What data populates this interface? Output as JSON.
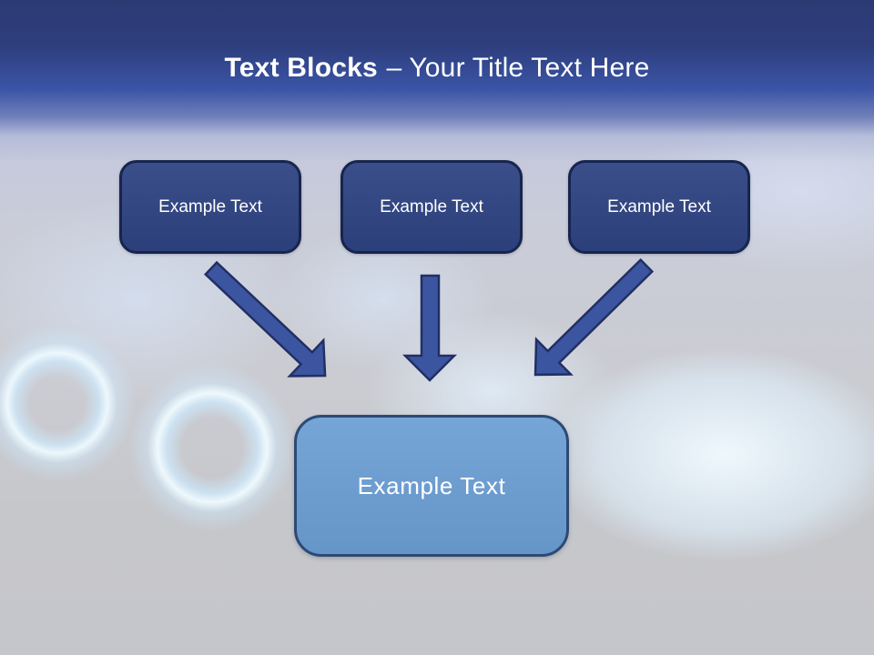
{
  "title": {
    "emphasis": "Text Blocks",
    "rest": "– Your Title Text Here"
  },
  "boxes": {
    "top": [
      {
        "label": "Example Text"
      },
      {
        "label": "Example Text"
      },
      {
        "label": "Example Text"
      }
    ],
    "center": {
      "label": "Example Text"
    }
  },
  "arrows": [
    {
      "name": "arrow-left-to-center",
      "direction": "down-right"
    },
    {
      "name": "arrow-middle-to-center",
      "direction": "down"
    },
    {
      "name": "arrow-right-to-center",
      "direction": "down-left"
    }
  ],
  "colors": {
    "header_top": "#2c3a74",
    "header_main": "#3a54a6",
    "title_text": "#ffffff",
    "box_fill": "#2e4382",
    "box_border": "#17254e",
    "box_text": "#ffffff",
    "center_box_fill": "#6b9ed3",
    "center_box_border": "#2c4a73",
    "center_box_text": "#ffffff",
    "arrow_fill": "#3c55a0",
    "arrow_stroke": "#222f63",
    "background_base": "#c7c8cd"
  }
}
